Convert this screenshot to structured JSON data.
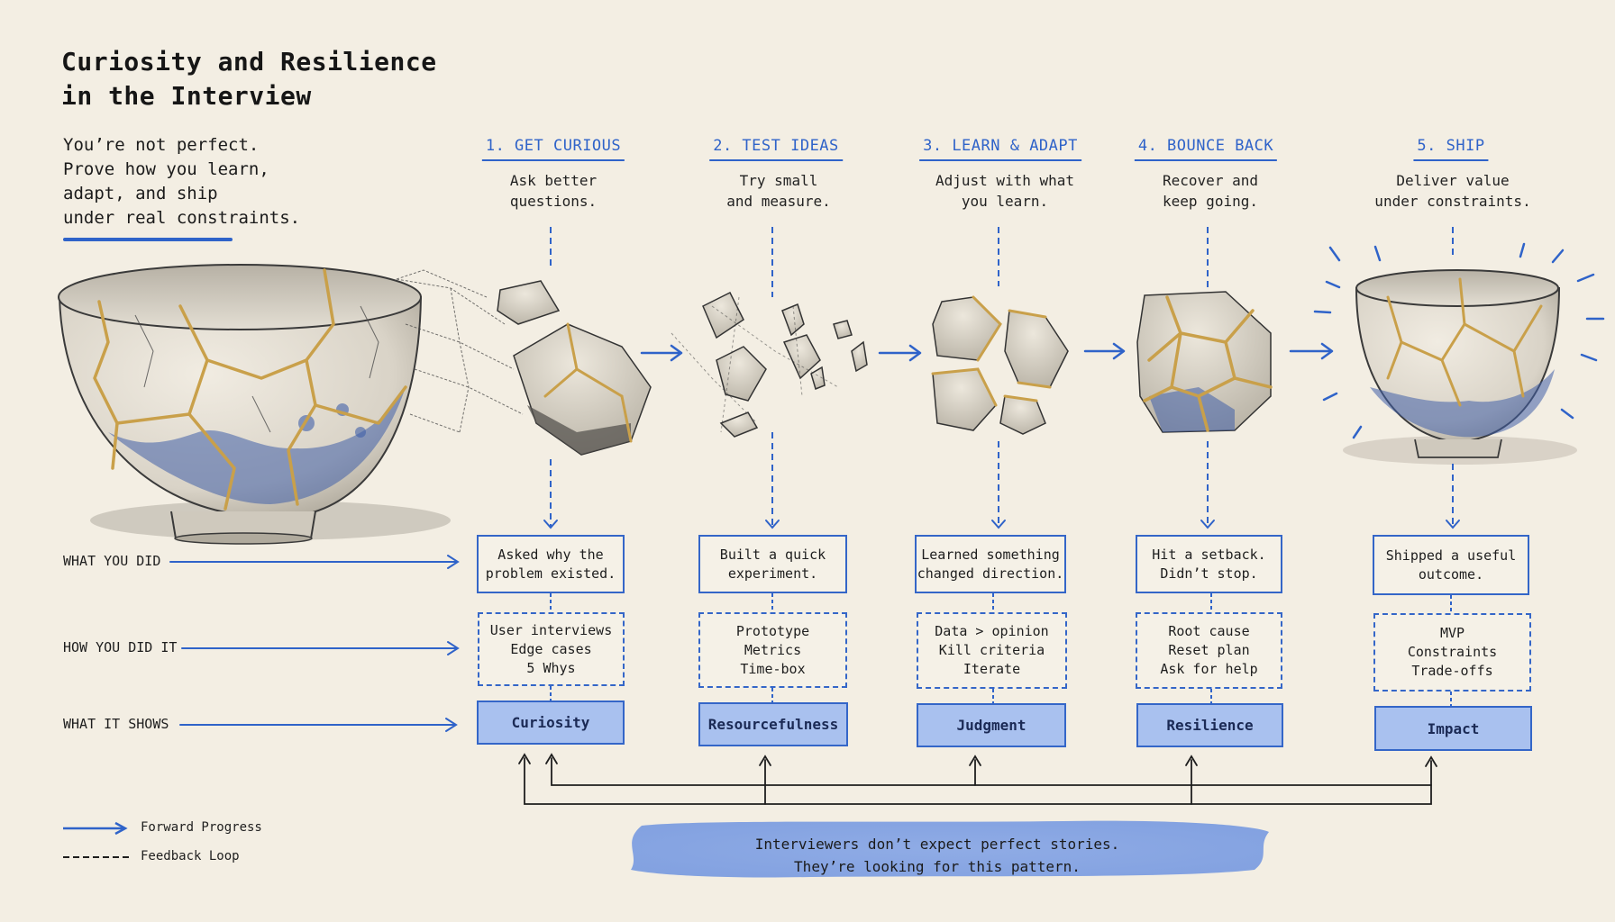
{
  "title": {
    "line1": "Curiosity and Resilience",
    "line2": "in the Interview"
  },
  "subtitle": {
    "lines": [
      "You’re not perfect.",
      "Prove how you learn,",
      "adapt, and ship",
      "under real constraints."
    ]
  },
  "steps": [
    {
      "title": "1. GET CURIOUS",
      "desc": [
        "Ask better",
        "questions."
      ],
      "did": [
        "Asked why the",
        "problem existed."
      ],
      "how": [
        "User interviews",
        "Edge cases",
        "5 Whys"
      ],
      "shows": "Curiosity"
    },
    {
      "title": "2. TEST IDEAS",
      "desc": [
        "Try small",
        "and measure."
      ],
      "did": [
        "Built a quick",
        "experiment."
      ],
      "how": [
        "Prototype",
        "Metrics",
        "Time-box"
      ],
      "shows": "Resourcefulness"
    },
    {
      "title": "3. LEARN & ADAPT",
      "desc": [
        "Adjust with what",
        "you learn."
      ],
      "did": [
        "Learned something",
        "changed direction."
      ],
      "how": [
        "Data > opinion",
        "Kill criteria",
        "Iterate"
      ],
      "shows": "Judgment"
    },
    {
      "title": "4. BOUNCE BACK",
      "desc": [
        "Recover and",
        "keep going."
      ],
      "did": [
        "Hit a setback.",
        "Didn’t stop."
      ],
      "how": [
        "Root cause",
        "Reset plan",
        "Ask for help"
      ],
      "shows": "Resilience"
    },
    {
      "title": "5. SHIP",
      "desc": [
        "Deliver value",
        "under constraints."
      ],
      "did": [
        "Shipped a useful",
        "outcome."
      ],
      "how": [
        "MVP",
        "Constraints",
        "Trade-offs"
      ],
      "shows": "Impact"
    }
  ],
  "rows": {
    "did": "WHAT YOU DID",
    "how": "HOW YOU DID IT",
    "shows": "WHAT IT SHOWS"
  },
  "legend": {
    "forward": "Forward Progress",
    "feedback": "Feedback Loop"
  },
  "banner": {
    "line1": "Interviewers don’t expect perfect stories.",
    "line2": "They’re looking for this pattern."
  },
  "colors": {
    "accent": "#2f63c9",
    "gold": "#c9a04a",
    "paper": "#f3eee3",
    "fill": "#a9c1ef"
  }
}
